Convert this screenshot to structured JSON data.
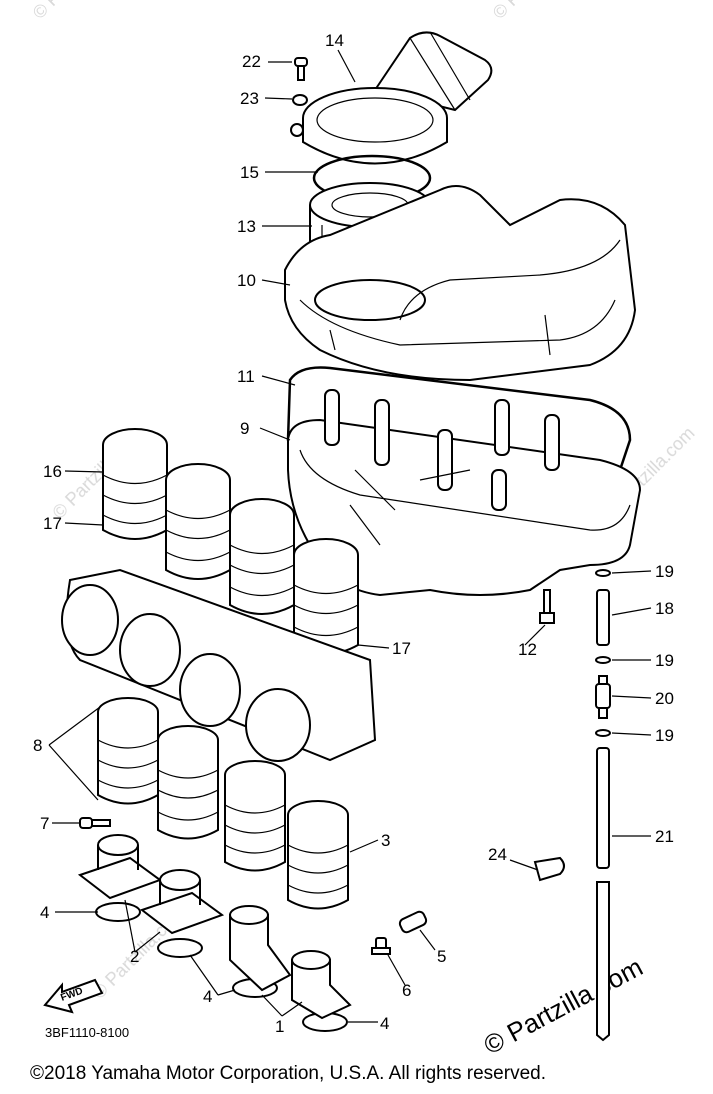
{
  "diagram": {
    "part_code": "3BF1110-8100",
    "fwd_label": "FWD",
    "watermark": "© Partzilla.com",
    "callouts": [
      "22",
      "14",
      "23",
      "15",
      "13",
      "10",
      "11",
      "9",
      "16",
      "17",
      "12",
      "17",
      "19",
      "18",
      "19",
      "20",
      "19",
      "8",
      "7",
      "3",
      "21",
      "24",
      "4",
      "2",
      "5",
      "4",
      "6",
      "1",
      "4"
    ]
  },
  "footer": {
    "copyright": "©2018 Yamaha Motor Corporation, U.S.A. All rights reserved."
  }
}
